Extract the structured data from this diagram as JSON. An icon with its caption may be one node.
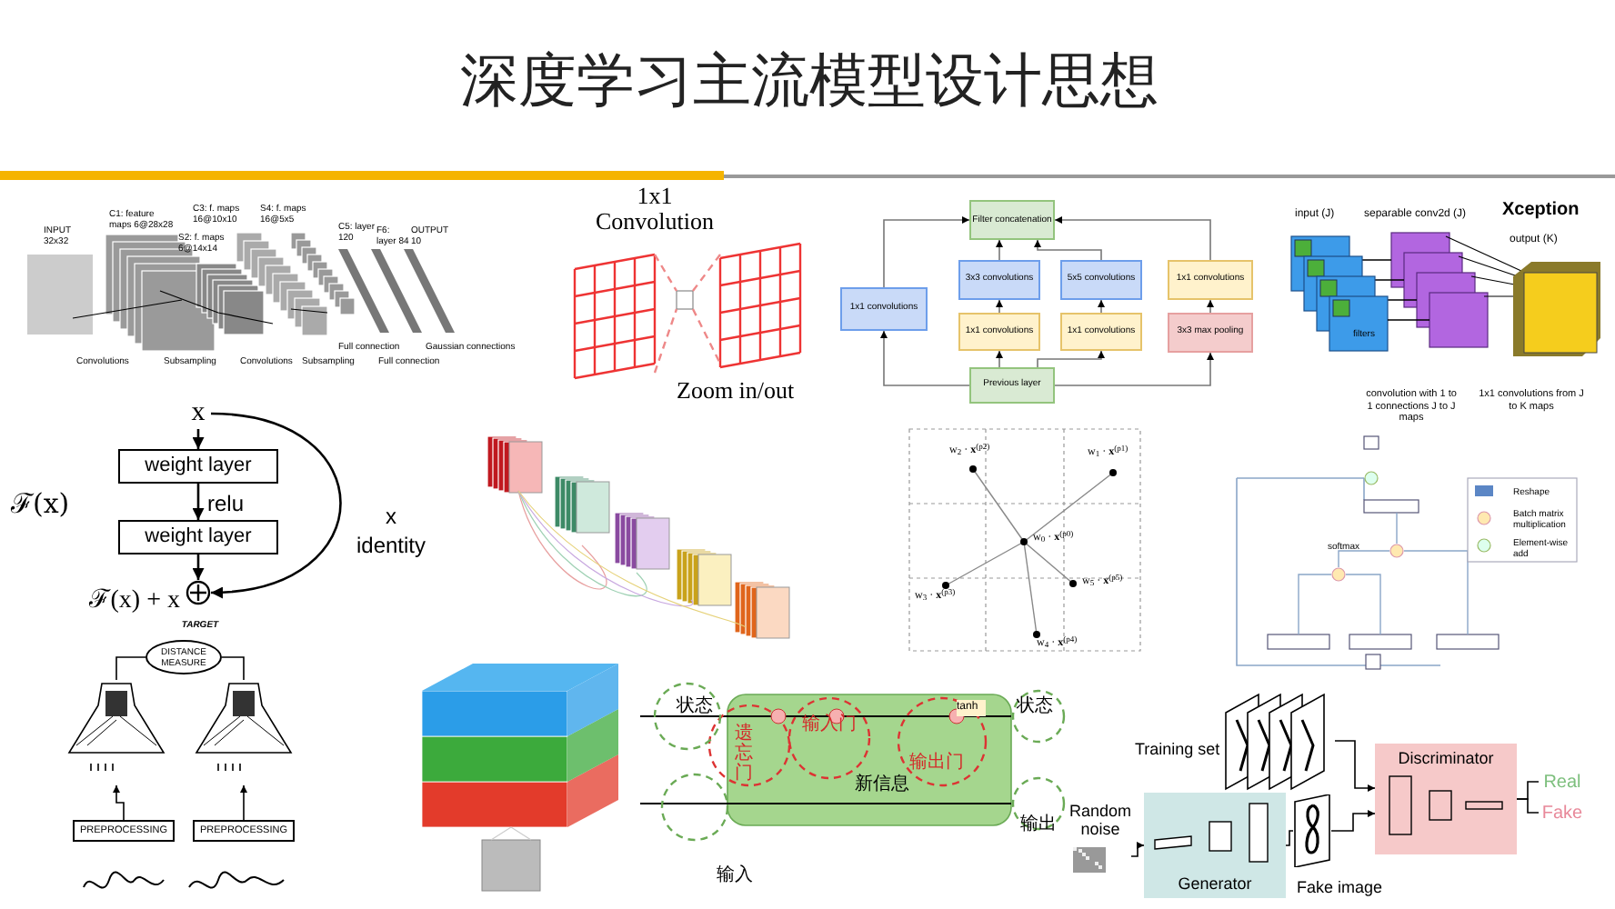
{
  "diagram": {
    "title": "深度学习主流模型设计思想",
    "nodes": [
      {
        "text": [
          "Filter concatenation"
        ]
      },
      {
        "text": [
          "1x1 convolutions"
        ]
      },
      {
        "text": [
          "3x3 convolutions"
        ]
      },
      {
        "text": [
          "5x5 convolutions"
        ]
      },
      {
        "text": [
          "1x1 convolutions"
        ]
      },
      {
        "text": [
          "1x1 convolutions"
        ]
      },
      {
        "text": [
          "1x1 convolutions"
        ]
      },
      {
        "text": [
          "3x3 max pooling"
        ]
      },
      {
        "text": [
          "Previous layer"
        ]
      },
      {
        "text": [
          "x"
        ]
      },
      {
        "text": [
          "weight layer"
        ]
      },
      {
        "text": [
          "weight layer"
        ]
      },
      {
        "text": [],
        "shape": "circle",
        "beside": [
          "ℱ(x) + x"
        ]
      },
      {
        "text": [
          "DISTANCE MEASURE"
        ]
      },
      {
        "text": [],
        "shape": "picture"
      },
      {
        "text": [],
        "shape": "picture"
      },
      {
        "text": [
          "PREPROCESSING"
        ]
      },
      {
        "text": [
          "PREPROCESSING"
        ]
      },
      {
        "text": [
          "Random noise"
        ]
      },
      {
        "text": [
          "Generator"
        ]
      },
      {
        "text": [],
        "shape": "picture",
        "beside": [
          "Fake image"
        ]
      },
      {
        "text": [],
        "shape": "picture",
        "beside": [
          "Training set"
        ]
      },
      {
        "text": [
          "Discriminator"
        ]
      },
      {
        "text": [
          "Real"
        ]
      },
      {
        "text": [
          "Fake"
        ]
      }
    ],
    "edges": [
      {
        "from": 8,
        "to": 1,
        "arrow": "to",
        "color": "#777777"
      },
      {
        "from": 8,
        "to": 5,
        "arrow": "to",
        "color": "#777777"
      },
      {
        "from": 8,
        "to": 6,
        "arrow": "to",
        "color": "#777777"
      },
      {
        "from": 8,
        "to": 7,
        "arrow": "to",
        "color": "#777777"
      },
      {
        "from": 5,
        "to": 2,
        "arrow": "to",
        "color": "#777777"
      },
      {
        "from": 6,
        "to": 3,
        "arrow": "to",
        "color": "#777777"
      },
      {
        "from": 7,
        "to": 4,
        "arrow": "to",
        "color": "#777777"
      },
      {
        "from": 1,
        "to": 0,
        "arrow": "to",
        "color": "#777777"
      },
      {
        "from": 2,
        "to": 0,
        "arrow": "to",
        "color": "#777777"
      },
      {
        "from": 3,
        "to": 0,
        "arrow": "to",
        "color": "#777777"
      },
      {
        "from": 4,
        "to": 0,
        "arrow": "to",
        "color": "#777777"
      },
      {
        "from": 9,
        "to": 10,
        "arrow": "to"
      },
      {
        "from": 10,
        "to": 11,
        "arrow": "to",
        "label": "relu"
      },
      {
        "from": 11,
        "to": 12,
        "arrow": "to"
      },
      {
        "from": 9,
        "to": 12,
        "arrow": "to",
        "label": "x identity"
      },
      {
        "from": 14,
        "to": 13,
        "arrow": "none"
      },
      {
        "from": 15,
        "to": 13,
        "arrow": "none"
      },
      {
        "from": 16,
        "to": 14,
        "arrow": "to"
      },
      {
        "from": 17,
        "to": 15,
        "arrow": "to"
      },
      {
        "from": 18,
        "to": 19,
        "arrow": "to"
      },
      {
        "from": 19,
        "to": 20,
        "arrow": "none"
      },
      {
        "from": 21,
        "to": 22,
        "arrow": "to"
      },
      {
        "from": 20,
        "to": 22,
        "arrow": "to"
      },
      {
        "from": 22,
        "to": 23,
        "arrow": "none"
      },
      {
        "from": 22,
        "to": 24,
        "arrow": "none"
      }
    ],
    "labels": [
      "INPUT 32x32",
      "C1: feature maps 6@28x28",
      "S2: f. maps 6@14x14",
      "C3: f. maps 16@10x10",
      "S4: f. maps 16@5x5",
      "C5: layer 120",
      "F6: layer 84",
      "OUTPUT 10",
      "Convolutions",
      "Subsampling",
      "Convolutions",
      "Subsampling",
      "Full connection",
      "Full connection",
      "Gaussian connections",
      "1x1 Convolution",
      "Zoom in/out",
      "Xception",
      "input (J)",
      "separable conv2d (J)",
      "output (K)",
      "filters",
      "convolution with 1 to 1 connections J to J maps",
      "1x1 convolutions from J to K maps",
      "ℱ(x)",
      "w$_{2}$ · **x**$^{(p2)}$",
      "w$_{1}$ · **x**$^{(p1)}$",
      "w$_{0}$ · **x**$^{(p0)}$",
      "w$_{3}$ · **x**$^{(p3)}$",
      "w$_{5}$ · **x**$^{(p5)}$",
      "w$_{4}$ · **x**$^{(p4)}$",
      "softmax",
      "TARGET",
      "状态",
      "遗忘门",
      "输入门",
      "新信息",
      "tanh",
      "输出门",
      "状态",
      "输入",
      "输出"
    ],
    "legend": [
      {
        "text": "Reshape"
      },
      {
        "text": "Batch matrix multiplication"
      },
      {
        "text": "Element-wise add"
      }
    ]
  }
}
